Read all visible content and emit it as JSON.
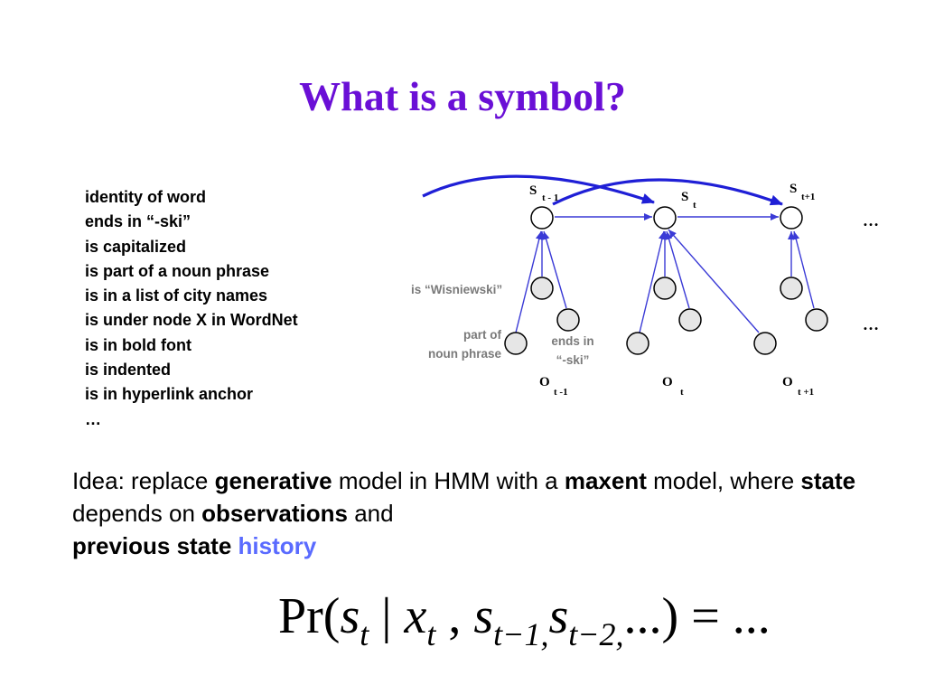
{
  "title": "What is a symbol?",
  "features": [
    "identity of word",
    "ends in “-ski”",
    "is capitalized",
    "is part of a noun phrase",
    "is in a list of city names",
    "is under node X in WordNet",
    "is in bold font",
    "is indented",
    "is in hyperlink anchor",
    "…"
  ],
  "diagram": {
    "states": [
      {
        "letter": "S",
        "sub": "t - 1"
      },
      {
        "letter": "S",
        "sub": "t"
      },
      {
        "letter": "S",
        "sub": "t+1"
      }
    ],
    "observations": [
      {
        "letter": "O",
        "sub": "t -1"
      },
      {
        "letter": "O",
        "sub": "t"
      },
      {
        "letter": "O",
        "sub": "t +1"
      }
    ],
    "annotations": {
      "wisniewski": "is “Wisniewski”",
      "part_of_1": "part of",
      "part_of_2": "noun phrase",
      "ends_in_1": "ends in",
      "ends_in_2": "“-ski”"
    },
    "ellipsis_top": "…",
    "ellipsis_bottom": "…",
    "colors": {
      "edges": "#3a3ad6",
      "arcs": "#1f1fd6",
      "annotations": "#7a7a7a"
    }
  },
  "idea": {
    "p1": "Idea: replace ",
    "b1": "generative",
    "p2": " model in HMM with a ",
    "b2": "maxent",
    "p3": " model, where ",
    "b3": "state",
    "p4": " depends on ",
    "b4": "observations",
    "p5": " and ",
    "b5": "previous state",
    "p6": " ",
    "h1": "history"
  },
  "formula": {
    "pr": "Pr(",
    "s": "s",
    "t": "t",
    "bar": " | ",
    "x": "x",
    "comma": " , ",
    "tm1": "t−1,",
    "tm2": "t−2,",
    "rest": "...) = ..."
  },
  "colors": {
    "title": "#6a0fd6",
    "history": "#5a6bff"
  }
}
